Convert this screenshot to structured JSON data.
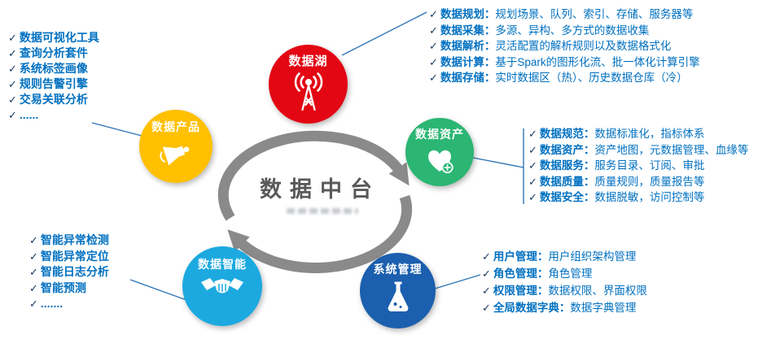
{
  "glyphs": {
    "check": "✓"
  },
  "center": {
    "title": "数据中台"
  },
  "colors": {
    "lake": "#e30613",
    "product": "#ffc000",
    "asset": "#2bb673",
    "intelligence": "#1ca9e0",
    "system": "#1b5fae",
    "list_text": "#0070c0",
    "check": "#17375e",
    "arrow": "#8a8a8a",
    "connector": "#2e75b6",
    "center_text": "#595959"
  },
  "nodes": {
    "lake": {
      "label": "数据湖",
      "icon": "broadcast-tower-icon"
    },
    "product": {
      "label": "数据产品",
      "icon": "megaphone-icon"
    },
    "asset": {
      "label": "数据资产",
      "icon": "heart-plus-icon"
    },
    "intelligence": {
      "label": "数据智能",
      "icon": "handshake-icon"
    },
    "system": {
      "label": "系统管理",
      "icon": "flask-icon"
    }
  },
  "lists": {
    "lake": {
      "items": [
        {
          "term": "数据规划：",
          "desc": "规划场景、队列、索引、存储、服务器等"
        },
        {
          "term": "数据采集：",
          "desc": "多源、异构、多方式的数据收集"
        },
        {
          "term": "数据解析：",
          "desc": "灵活配置的解析规则以及数据格式化"
        },
        {
          "term": "数据计算：",
          "desc": "基于Spark的图形化流、批一体化计算引擎"
        },
        {
          "term": "数据存储：",
          "desc": "实时数据区（热）、历史数据仓库（冷）"
        }
      ]
    },
    "product": {
      "items": [
        "数据可视化工具",
        "查询分析套件",
        "系统标签画像",
        "规则告警引擎",
        "交易关联分析",
        "......"
      ]
    },
    "asset": {
      "items": [
        {
          "term": "数据规范：",
          "desc": "数据标准化，指标体系"
        },
        {
          "term": "数据资产：",
          "desc": "资产地图，元数据管理、血缘等"
        },
        {
          "term": "数据服务：",
          "desc": "服务目录、订阅、审批"
        },
        {
          "term": "数据质量：",
          "desc": "质量规则，质量报告等"
        },
        {
          "term": "数据安全：",
          "desc": "数据脱敏，访问控制等"
        }
      ]
    },
    "intelligence": {
      "items": [
        "智能异常检测",
        "智能异常定位",
        "智能日志分析",
        "智能预测",
        "......."
      ]
    },
    "system": {
      "items": [
        {
          "term": "用户管理：",
          "desc": "用户组织架构管理"
        },
        {
          "term": "角色管理：",
          "desc": "角色管理"
        },
        {
          "term": "权限管理：",
          "desc": "数据权限、界面权限"
        },
        {
          "term": "全局数据字典：",
          "desc": "数据字典管理"
        }
      ]
    }
  }
}
